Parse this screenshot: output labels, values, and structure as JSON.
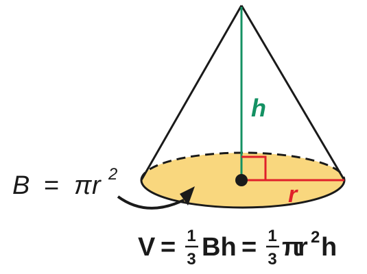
{
  "colors": {
    "outline": "#1a1a1a",
    "base_fill": "#f9d77e",
    "height_line": "#149163",
    "radius_line": "#e0202a",
    "text": "#1a1a1a"
  },
  "labels": {
    "height": "h",
    "radius": "r",
    "base_area": {
      "lhs": "B",
      "eq": "=",
      "pi": "π",
      "var": "r",
      "exp": "2"
    }
  },
  "formula": {
    "lhs": "V",
    "eq1": "=",
    "frac1": {
      "num": "1",
      "den": "3"
    },
    "term1": "Bh",
    "eq2": "=",
    "frac2": {
      "num": "1",
      "den": "3"
    },
    "pi": "π",
    "var_r": "r",
    "exp": "2",
    "var_h": "h"
  }
}
